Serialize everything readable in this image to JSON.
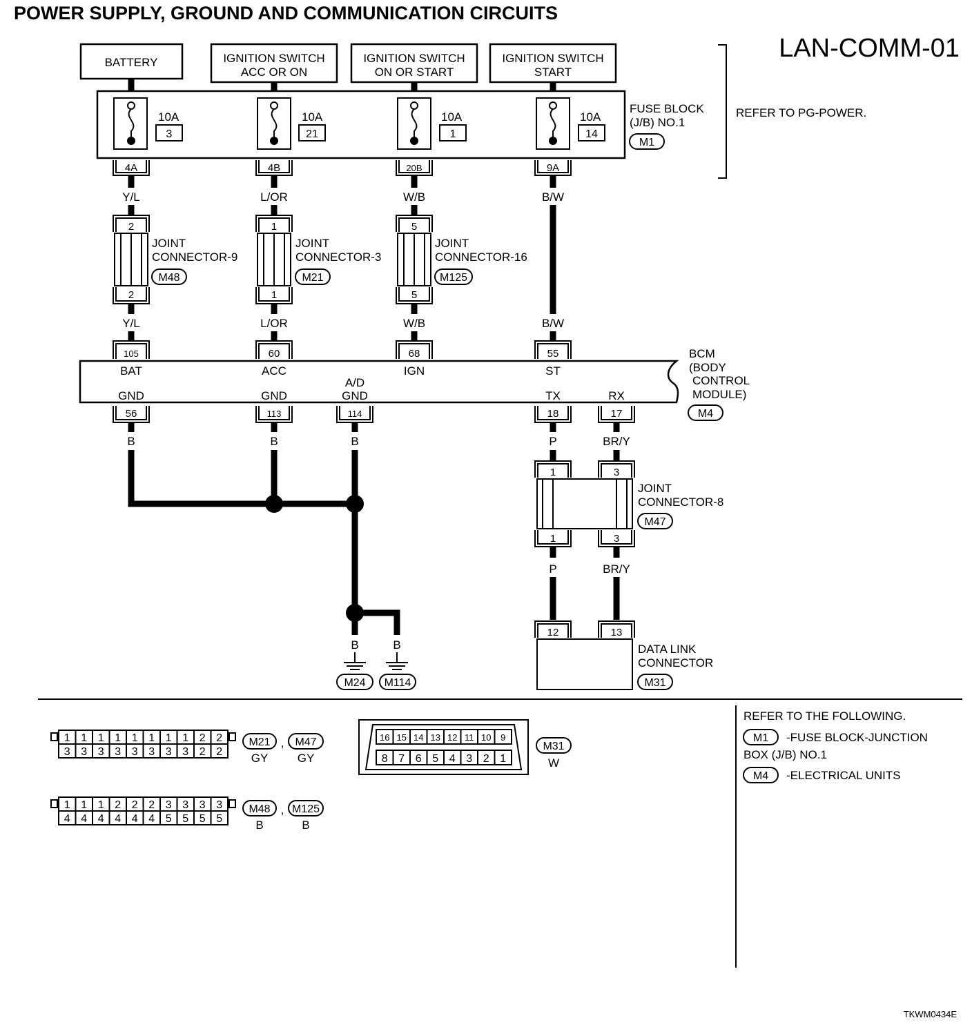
{
  "title": "POWER SUPPLY, GROUND AND COMMUNICATION CIRCUITS",
  "diagram_code": "LAN-COMM-01",
  "footer_code": "TKWM0434E",
  "power_sources": [
    "BATTERY",
    [
      "IGNITION SWITCH",
      "ACC OR ON"
    ],
    [
      "IGNITION SWITCH",
      "ON OR START"
    ],
    [
      "IGNITION SWITCH",
      "START"
    ]
  ],
  "fuse_block": {
    "label": [
      "FUSE BLOCK",
      "(J/B) NO.1"
    ],
    "connector": "M1",
    "refer": "REFER TO PG-POWER.",
    "fuses": [
      {
        "rating": "10A",
        "number": "3",
        "terminal": "4A"
      },
      {
        "rating": "10A",
        "number": "21",
        "terminal": "4B"
      },
      {
        "rating": "10A",
        "number": "1",
        "terminal": "20B"
      },
      {
        "rating": "10A",
        "number": "14",
        "terminal": "9A"
      }
    ]
  },
  "wires_upper": [
    "Y/L",
    "L/OR",
    "W/B",
    "B/W"
  ],
  "joint_connectors": [
    {
      "label": [
        "JOINT",
        "CONNECTOR-9"
      ],
      "connector": "M48",
      "pin": "2"
    },
    {
      "label": [
        "JOINT",
        "CONNECTOR-3"
      ],
      "connector": "M21",
      "pin": "1"
    },
    {
      "label": [
        "JOINT",
        "CONNECTOR-16"
      ],
      "connector": "M125",
      "pin": "5"
    }
  ],
  "bcm": {
    "label": [
      "BCM",
      "(BODY",
      "CONTROL",
      "MODULE)"
    ],
    "connector": "M4",
    "top_pins": [
      {
        "pin": "105",
        "name": "BAT"
      },
      {
        "pin": "60",
        "name": "ACC"
      },
      {
        "pin": "68",
        "name": "IGN"
      },
      {
        "pin": "55",
        "name": "ST"
      }
    ],
    "bottom_pins": [
      {
        "pin": "56",
        "name": "GND",
        "wire": "B"
      },
      {
        "pin": "113",
        "name": "GND",
        "wire": "B"
      },
      {
        "pin": "114",
        "name": [
          "A/D",
          "GND"
        ],
        "wire": "B"
      },
      {
        "pin": "18",
        "name": "TX",
        "wire": "P"
      },
      {
        "pin": "17",
        "name": "RX",
        "wire": "BR/Y"
      }
    ]
  },
  "grounds": [
    {
      "wire": "B",
      "connector": "M24"
    },
    {
      "wire": "B",
      "connector": "M114"
    }
  ],
  "joint_connector_8": {
    "label": [
      "JOINT",
      "CONNECTOR-8"
    ],
    "connector": "M47",
    "pins": [
      "1",
      "3"
    ],
    "wires": [
      "P",
      "BR/Y"
    ]
  },
  "data_link": {
    "label": [
      "DATA LINK",
      "CONNECTOR"
    ],
    "connector": "M31",
    "pins": [
      "12",
      "13"
    ]
  },
  "refer_following": {
    "title": "REFER TO THE FOLLOWING.",
    "items": [
      {
        "connector": "M1",
        "text": "-FUSE BLOCK-JUNCTION",
        "text2": "BOX (J/B) NO.1"
      },
      {
        "connector": "M4",
        "text": "-ELECTRICAL UNITS",
        "text2": ""
      }
    ]
  },
  "connector_faces": [
    {
      "top": [
        "1",
        "1",
        "1",
        "1",
        "1",
        "1",
        "1",
        "1",
        "2",
        "2"
      ],
      "bottom": [
        "3",
        "3",
        "3",
        "3",
        "3",
        "3",
        "3",
        "3",
        "2",
        "2"
      ],
      "names": [
        "M21",
        "M47"
      ],
      "colors": [
        "GY",
        "GY"
      ]
    },
    {
      "top": [
        "1",
        "1",
        "1",
        "2",
        "2",
        "2",
        "3",
        "3",
        "3",
        "3"
      ],
      "bottom": [
        "4",
        "4",
        "4",
        "4",
        "4",
        "4",
        "5",
        "5",
        "5",
        "5"
      ],
      "names": [
        "M48",
        "M125"
      ],
      "colors": [
        "B",
        "B"
      ]
    }
  ],
  "dlc_face": {
    "top": [
      "16",
      "15",
      "14",
      "13",
      "12",
      "11",
      "10",
      "9"
    ],
    "bottom": [
      "8",
      "7",
      "6",
      "5",
      "4",
      "3",
      "2",
      "1"
    ],
    "name": "M31",
    "color": "W"
  },
  "separator": ","
}
